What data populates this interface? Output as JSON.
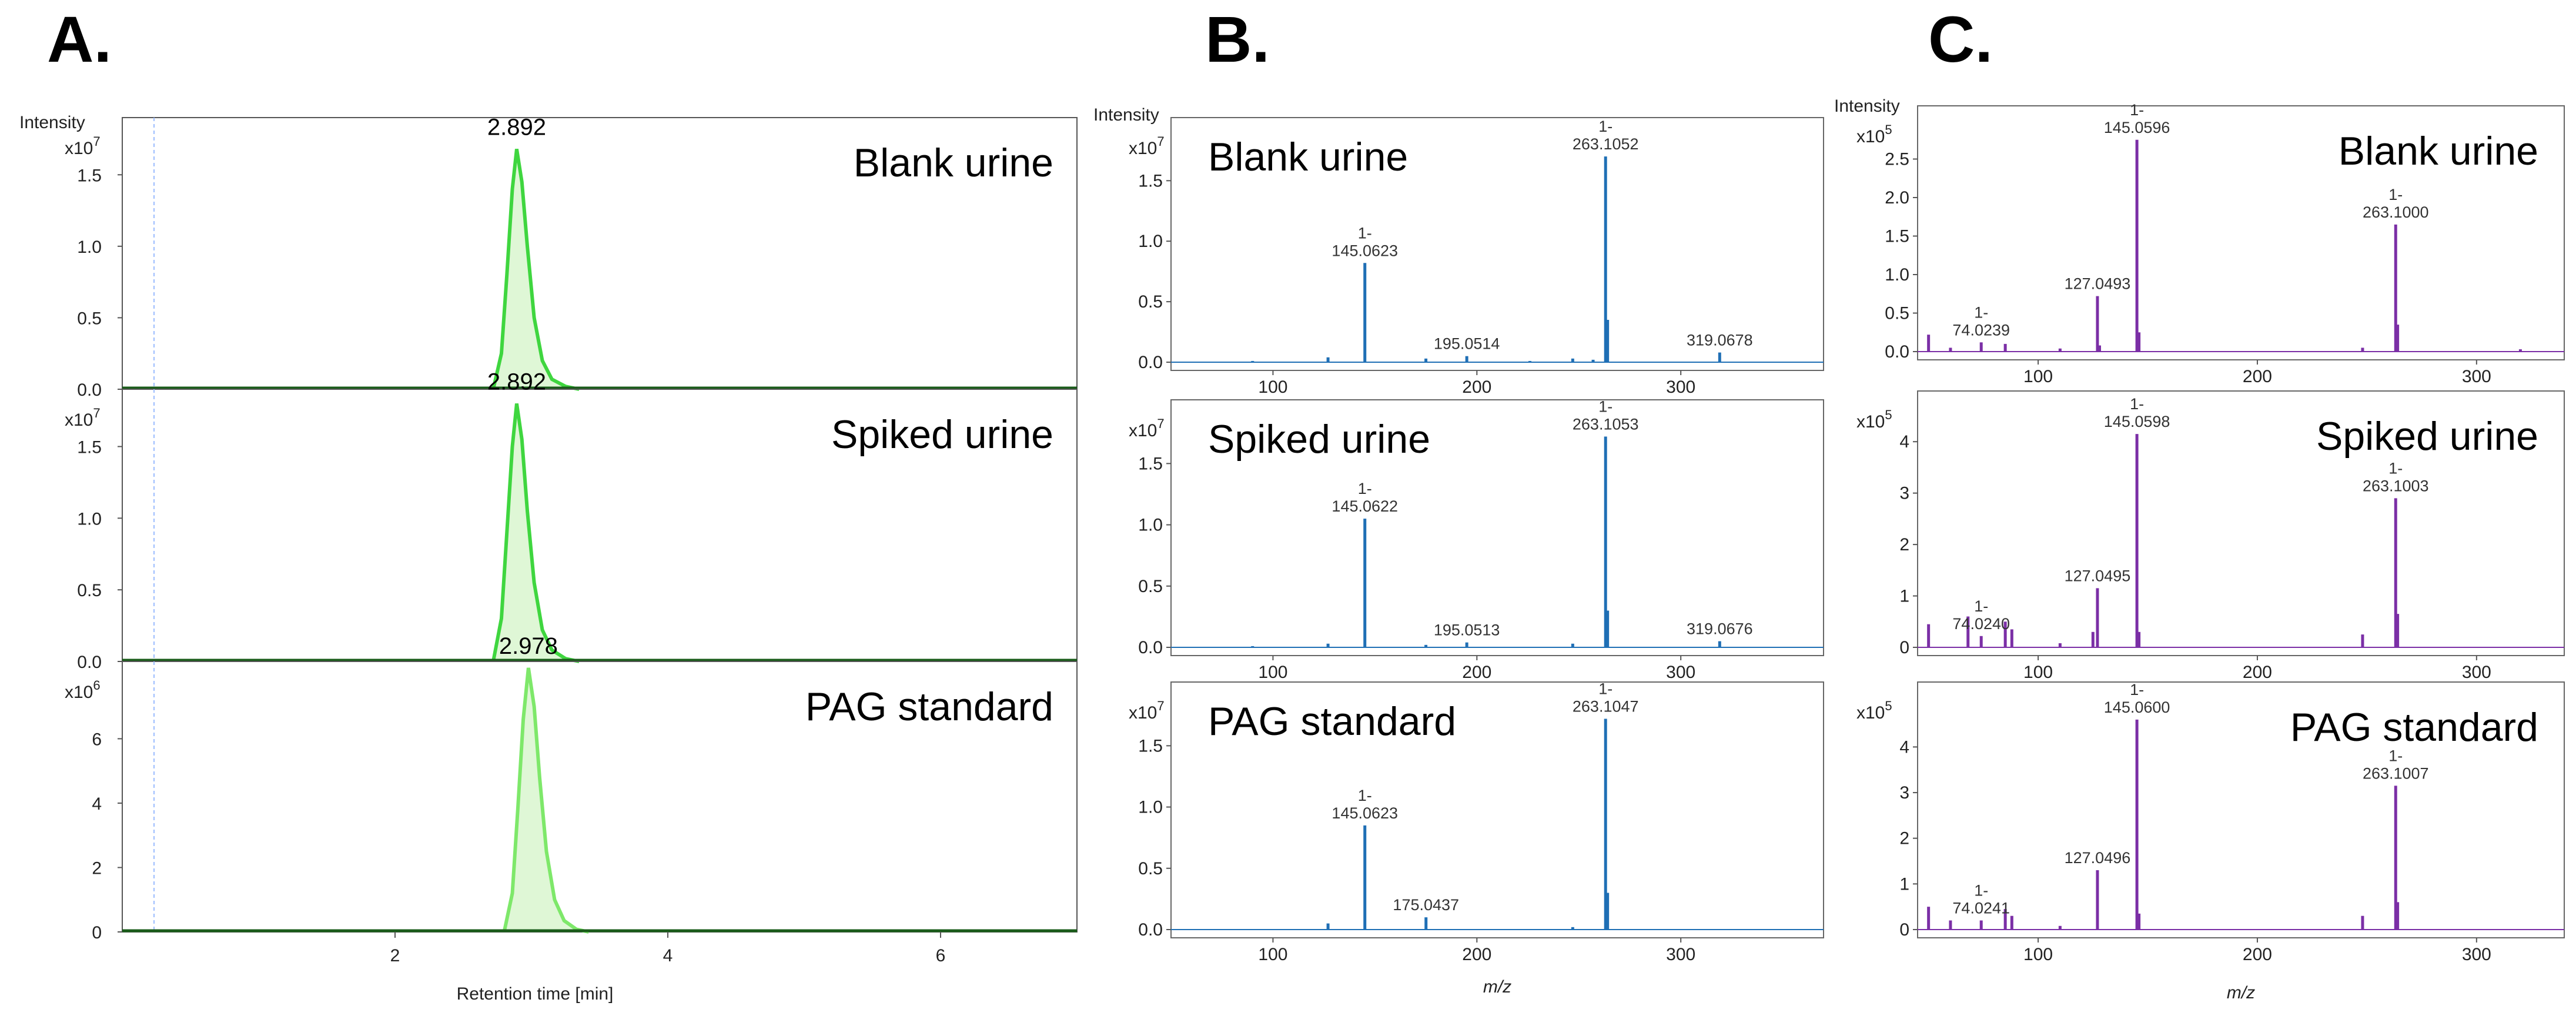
{
  "panels": [
    "A.",
    "B.",
    "C."
  ],
  "chart_data": [
    {
      "id": "A",
      "type": "line",
      "y_axis_title": "Intensity",
      "x_axis_title": "Retention time [min]",
      "x_ticks": [
        "2",
        "4",
        "6"
      ],
      "xlim": [
        0,
        7
      ],
      "series": [
        {
          "name": "Blank urine",
          "rt_label": "2.892",
          "exponent": "7",
          "y_ticks": [
            "0.0",
            "0.5",
            "1.0",
            "1.5"
          ],
          "ylim": [
            0,
            1.9
          ],
          "apex": 2.892,
          "height": 1.68,
          "color": "#3fd63f",
          "x": [
            2.72,
            2.78,
            2.82,
            2.86,
            2.892,
            2.93,
            2.97,
            3.02,
            3.08,
            3.15,
            3.25,
            3.35
          ],
          "y": [
            0.0,
            0.25,
            0.8,
            1.4,
            1.68,
            1.45,
            1.0,
            0.5,
            0.2,
            0.07,
            0.02,
            0.0
          ]
        },
        {
          "name": "Spiked urine",
          "rt_label": "2.892",
          "exponent": "7",
          "y_ticks": [
            "0.0",
            "0.5",
            "1.0",
            "1.5"
          ],
          "ylim": [
            0,
            1.9
          ],
          "apex": 2.892,
          "height": 1.8,
          "color": "#3fd63f",
          "x": [
            2.72,
            2.78,
            2.82,
            2.86,
            2.892,
            2.93,
            2.97,
            3.02,
            3.08,
            3.15,
            3.25,
            3.35
          ],
          "y": [
            0.0,
            0.3,
            0.9,
            1.5,
            1.8,
            1.55,
            1.05,
            0.55,
            0.22,
            0.08,
            0.02,
            0.0
          ]
        },
        {
          "name": "PAG standard",
          "rt_label": "2.978",
          "exponent": "6",
          "y_ticks": [
            "0",
            "2",
            "4",
            "6"
          ],
          "ylim": [
            0,
            8.4
          ],
          "apex": 2.978,
          "height": 8.2,
          "color": "#7ee86a",
          "x": [
            2.8,
            2.86,
            2.9,
            2.94,
            2.978,
            3.02,
            3.06,
            3.11,
            3.17,
            3.24,
            3.33,
            3.42
          ],
          "y": [
            0.0,
            1.2,
            3.8,
            6.6,
            8.2,
            7.0,
            4.8,
            2.5,
            1.0,
            0.35,
            0.08,
            0.0
          ]
        }
      ]
    },
    {
      "id": "B",
      "type": "bar",
      "y_axis_title": "Intensity",
      "x_axis_title": "m/z",
      "x_ticks": [
        "100",
        "200",
        "300"
      ],
      "xlim": [
        50,
        370
      ],
      "color": "#1f6fb5",
      "series": [
        {
          "name": "Blank urine",
          "exponent": "7",
          "y_ticks": [
            "0.0",
            "0.5",
            "1.0",
            "1.5"
          ],
          "ylim": [
            0,
            1.9
          ],
          "peaks": [
            [
              145.0623,
              0.82
            ],
            [
              263.1052,
              1.7
            ],
            [
              264.1,
              0.35
            ],
            [
              195.0514,
              0.05
            ],
            [
              319.0678,
              0.08
            ],
            [
              127.0,
              0.04
            ],
            [
              175.0,
              0.03
            ],
            [
              247.0,
              0.03
            ],
            [
              257.0,
              0.02
            ],
            [
              90.0,
              0.01
            ],
            [
              226.0,
              0.01
            ]
          ],
          "labels": [
            {
              "mz": 145.0623,
              "y": 0.82,
              "text": "145.0623",
              "prefix": "1-"
            },
            {
              "mz": 263.1052,
              "y": 1.7,
              "text": "263.1052",
              "prefix": "1-"
            },
            {
              "mz": 195.0514,
              "y": 0.05,
              "text": "195.0514",
              "prefix": ""
            },
            {
              "mz": 319.0678,
              "y": 0.08,
              "text": "319.0678",
              "prefix": ""
            }
          ]
        },
        {
          "name": "Spiked urine",
          "exponent": "7",
          "y_ticks": [
            "0.0",
            "0.5",
            "1.0",
            "1.5"
          ],
          "ylim": [
            0,
            1.9
          ],
          "peaks": [
            [
              145.0622,
              1.05
            ],
            [
              263.1053,
              1.72
            ],
            [
              264.1,
              0.3
            ],
            [
              195.0513,
              0.04
            ],
            [
              319.0676,
              0.05
            ],
            [
              127.0,
              0.03
            ],
            [
              175.0,
              0.02
            ],
            [
              247.0,
              0.03
            ],
            [
              90.0,
              0.01
            ]
          ],
          "labels": [
            {
              "mz": 145.0622,
              "y": 1.05,
              "text": "145.0622",
              "prefix": "1-"
            },
            {
              "mz": 263.1053,
              "y": 1.72,
              "text": "263.1053",
              "prefix": "1-"
            },
            {
              "mz": 195.0513,
              "y": 0.04,
              "text": "195.0513",
              "prefix": ""
            },
            {
              "mz": 319.0676,
              "y": 0.05,
              "text": "319.0676",
              "prefix": ""
            }
          ]
        },
        {
          "name": "PAG standard",
          "exponent": "7",
          "y_ticks": [
            "0.0",
            "0.5",
            "1.0",
            "1.5"
          ],
          "ylim": [
            0,
            1.9
          ],
          "peaks": [
            [
              145.0623,
              0.85
            ],
            [
              263.1047,
              1.72
            ],
            [
              264.1,
              0.3
            ],
            [
              175.0437,
              0.1
            ],
            [
              127.0,
              0.05
            ],
            [
              247.0,
              0.02
            ]
          ],
          "labels": [
            {
              "mz": 145.0623,
              "y": 0.85,
              "text": "145.0623",
              "prefix": "1-"
            },
            {
              "mz": 263.1047,
              "y": 1.72,
              "text": "263.1047",
              "prefix": "1-"
            },
            {
              "mz": 175.0437,
              "y": 0.1,
              "text": "175.0437",
              "prefix": ""
            }
          ]
        }
      ]
    },
    {
      "id": "C",
      "type": "bar",
      "y_axis_title": "Intensity",
      "x_axis_title": "m/z",
      "x_ticks": [
        "100",
        "200",
        "300"
      ],
      "xlim": [
        45,
        340
      ],
      "color": "#7b2fa6",
      "series": [
        {
          "name": "Blank urine",
          "exponent": "5",
          "y_ticks": [
            "0.0",
            "0.5",
            "1.0",
            "1.5",
            "2.0",
            "2.5"
          ],
          "ylim": [
            0,
            3.0
          ],
          "peaks": [
            [
              145.0596,
              2.75
            ],
            [
              263.1,
              1.65
            ],
            [
              127.0493,
              0.72
            ],
            [
              74.0239,
              0.12
            ],
            [
              50.0,
              0.22
            ],
            [
              85.0,
              0.1
            ],
            [
              146.0,
              0.25
            ],
            [
              128.0,
              0.08
            ],
            [
              264.0,
              0.35
            ],
            [
              248.0,
              0.05
            ],
            [
              110.0,
              0.04
            ],
            [
              320.0,
              0.03
            ],
            [
              60.0,
              0.05
            ]
          ],
          "labels": [
            {
              "mz": 145.0596,
              "y": 2.75,
              "text": "145.0596",
              "prefix": "1-"
            },
            {
              "mz": 263.1,
              "y": 1.65,
              "text": "263.1000",
              "prefix": "1-"
            },
            {
              "mz": 127.0493,
              "y": 0.72,
              "text": "127.0493",
              "prefix": ""
            },
            {
              "mz": 74.0239,
              "y": 0.12,
              "text": "74.0239",
              "prefix": "1-"
            }
          ]
        },
        {
          "name": "Spiked urine",
          "exponent": "5",
          "y_ticks": [
            "0",
            "1",
            "2",
            "3",
            "4"
          ],
          "ylim": [
            0,
            4.7
          ],
          "peaks": [
            [
              145.0598,
              4.15
            ],
            [
              263.1003,
              2.9
            ],
            [
              127.0495,
              1.15
            ],
            [
              74.024,
              0.22
            ],
            [
              50.0,
              0.45
            ],
            [
              68.0,
              0.6
            ],
            [
              85.0,
              0.5
            ],
            [
              88.0,
              0.35
            ],
            [
              146.0,
              0.3
            ],
            [
              264.0,
              0.65
            ],
            [
              248.0,
              0.25
            ],
            [
              125.0,
              0.3
            ],
            [
              110.0,
              0.08
            ]
          ],
          "labels": [
            {
              "mz": 145.0598,
              "y": 4.15,
              "text": "145.0598",
              "prefix": "1-"
            },
            {
              "mz": 263.1003,
              "y": 2.9,
              "text": "263.1003",
              "prefix": "1-"
            },
            {
              "mz": 127.0495,
              "y": 1.15,
              "text": "127.0495",
              "prefix": ""
            },
            {
              "mz": 74.024,
              "y": 0.22,
              "text": "74.0240",
              "prefix": "1-"
            }
          ]
        },
        {
          "name": "PAG standard",
          "exponent": "5",
          "y_ticks": [
            "0",
            "1",
            "2",
            "3",
            "4"
          ],
          "ylim": [
            0,
            5.1
          ],
          "peaks": [
            [
              145.06,
              4.6
            ],
            [
              263.1007,
              3.15
            ],
            [
              127.0496,
              1.3
            ],
            [
              74.0241,
              0.2
            ],
            [
              50.0,
              0.5
            ],
            [
              60.0,
              0.2
            ],
            [
              85.0,
              0.45
            ],
            [
              88.0,
              0.3
            ],
            [
              146.0,
              0.35
            ],
            [
              264.0,
              0.6
            ],
            [
              248.0,
              0.3
            ],
            [
              110.0,
              0.08
            ]
          ],
          "labels": [
            {
              "mz": 145.06,
              "y": 4.6,
              "text": "145.0600",
              "prefix": "1-"
            },
            {
              "mz": 263.1007,
              "y": 3.15,
              "text": "263.1007",
              "prefix": "1-"
            },
            {
              "mz": 127.0496,
              "y": 1.3,
              "text": "127.0496",
              "prefix": ""
            },
            {
              "mz": 74.0241,
              "y": 0.2,
              "text": "74.0241",
              "prefix": "1-"
            }
          ]
        }
      ]
    }
  ]
}
